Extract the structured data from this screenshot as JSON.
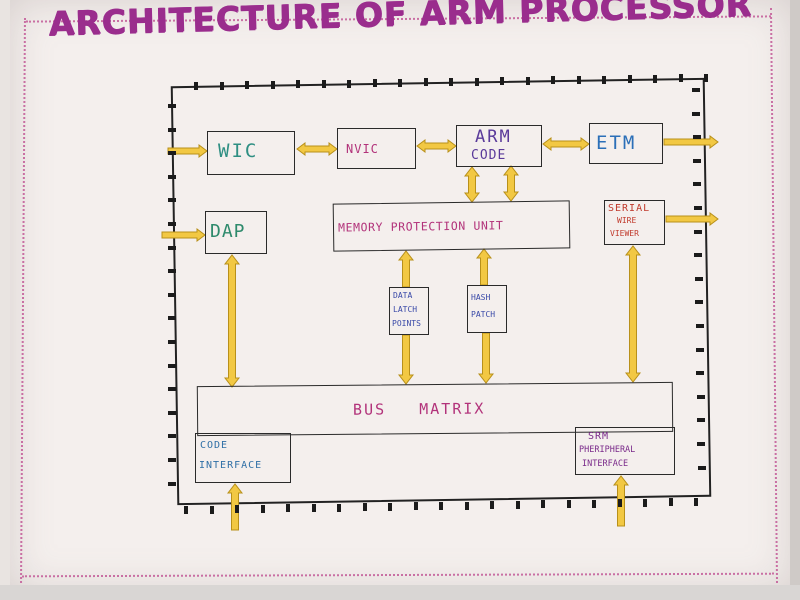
{
  "title": "ARCHITECTURE OF ARM PROCESSOR",
  "blocks": {
    "wic": "WIC",
    "nvic": "NVIC",
    "arm_code_line1": "ARM",
    "arm_code_line2": "CODE",
    "etm": "ETM",
    "dap": "DAP",
    "mpu": "MEMORY PROTECTION UNIT",
    "serial_wire_viewer_line1": "SERIAL",
    "serial_wire_viewer_line2": "WIRE",
    "serial_wire_viewer_line3": "VIEWER",
    "data_latch_points_line1": "DATA",
    "data_latch_points_line2": "LATCH",
    "data_latch_points_line3": "POINTS",
    "hash_patch_line1": "HASH",
    "hash_patch_line2": "PATCH",
    "bus_matrix": "BUS   MATRIX",
    "code_interface_line1": "CODE",
    "code_interface_line2": "INTERFACE",
    "srm_line1": "SRM",
    "srm_line2": "PHERIPHERAL",
    "srm_line3": "INTERFACE"
  },
  "colors": {
    "title": "#9a2d8d",
    "wic": "#2f8f83",
    "nvic": "#b2327a",
    "arm_code": "#5a3a9a",
    "etm": "#2b6fb8",
    "dap": "#2e8a6c",
    "mpu": "#b2327a",
    "serial": "#c0392b",
    "latch": "#3a4aa8",
    "bus": "#b2327a",
    "code_if": "#2f6fa6",
    "srm": "#7a2a8a",
    "arrow_fill": "#f2c843",
    "arrow_edge": "#b8901a"
  }
}
